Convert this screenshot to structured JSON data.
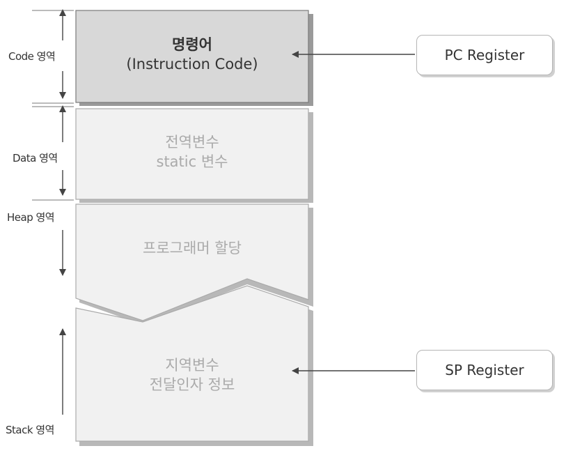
{
  "regions": {
    "code": "Code 영역",
    "data": "Data 영역",
    "heap": "Heap 영역",
    "stack": "Stack 영역"
  },
  "segments": {
    "code": {
      "line1": "명령어",
      "line2": "(Instruction Code)"
    },
    "data": {
      "line1": "전역변수",
      "line2": "static 변수"
    },
    "heap": {
      "line1": "프로그래머 할당"
    },
    "stack": {
      "line1": "지역변수",
      "line2": "전달인자 정보"
    }
  },
  "registers": {
    "pc": "PC Register",
    "sp": "SP Register"
  },
  "colors": {
    "code_fill": "#d8d8d8",
    "segment_fill": "#f1f1f1",
    "code_text": "#333333",
    "faded_text": "#aaaaaa",
    "outline": "#777777"
  }
}
